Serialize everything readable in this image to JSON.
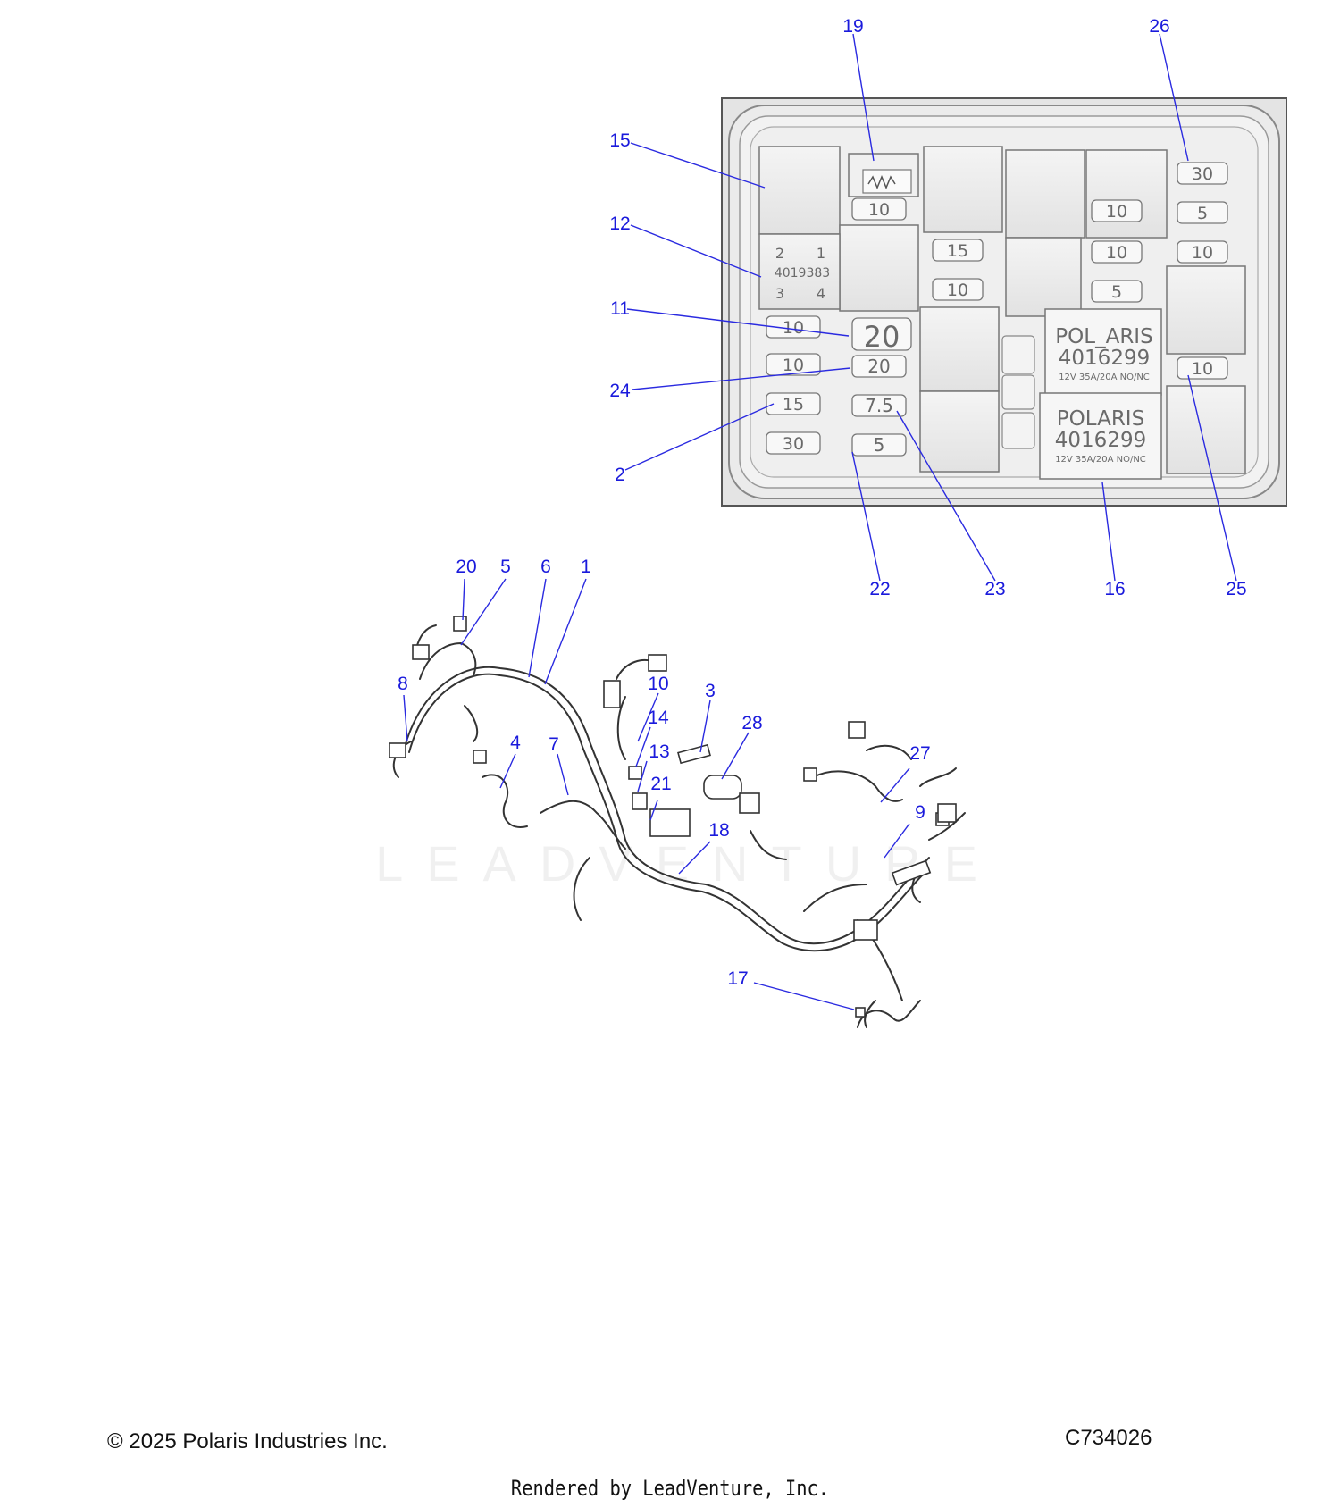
{
  "fuse_box": {
    "fuses": [
      "30",
      "5",
      "10",
      "10",
      "10",
      "15",
      "10",
      "20",
      "20",
      "7.5",
      "5",
      "10",
      "10",
      "15",
      "10",
      "10",
      "5",
      "30"
    ],
    "relay_small": {
      "pins": [
        "2",
        "1",
        "3",
        "4"
      ],
      "part": "4019383"
    },
    "relays_large": [
      {
        "brand": "POL_ARIS",
        "part": "4016299",
        "rating": "12V  35A/20A  NO/NC"
      },
      {
        "brand": "POLARIS",
        "part": "4016299",
        "rating": "12V  35A/20A  NO/NC"
      }
    ]
  },
  "callouts": [
    "19",
    "26",
    "15",
    "12",
    "11",
    "24",
    "2",
    "22",
    "23",
    "16",
    "25",
    "20",
    "5",
    "6",
    "1",
    "8",
    "10",
    "3",
    "14",
    "28",
    "4",
    "7",
    "13",
    "21",
    "27",
    "9",
    "18",
    "17"
  ],
  "watermark": "LEADVENTURE",
  "footer": {
    "copyright": "© 2025 Polaris Industries Inc.",
    "code": "C734026",
    "rendered_by": "Rendered by LeadVenture, Inc."
  }
}
